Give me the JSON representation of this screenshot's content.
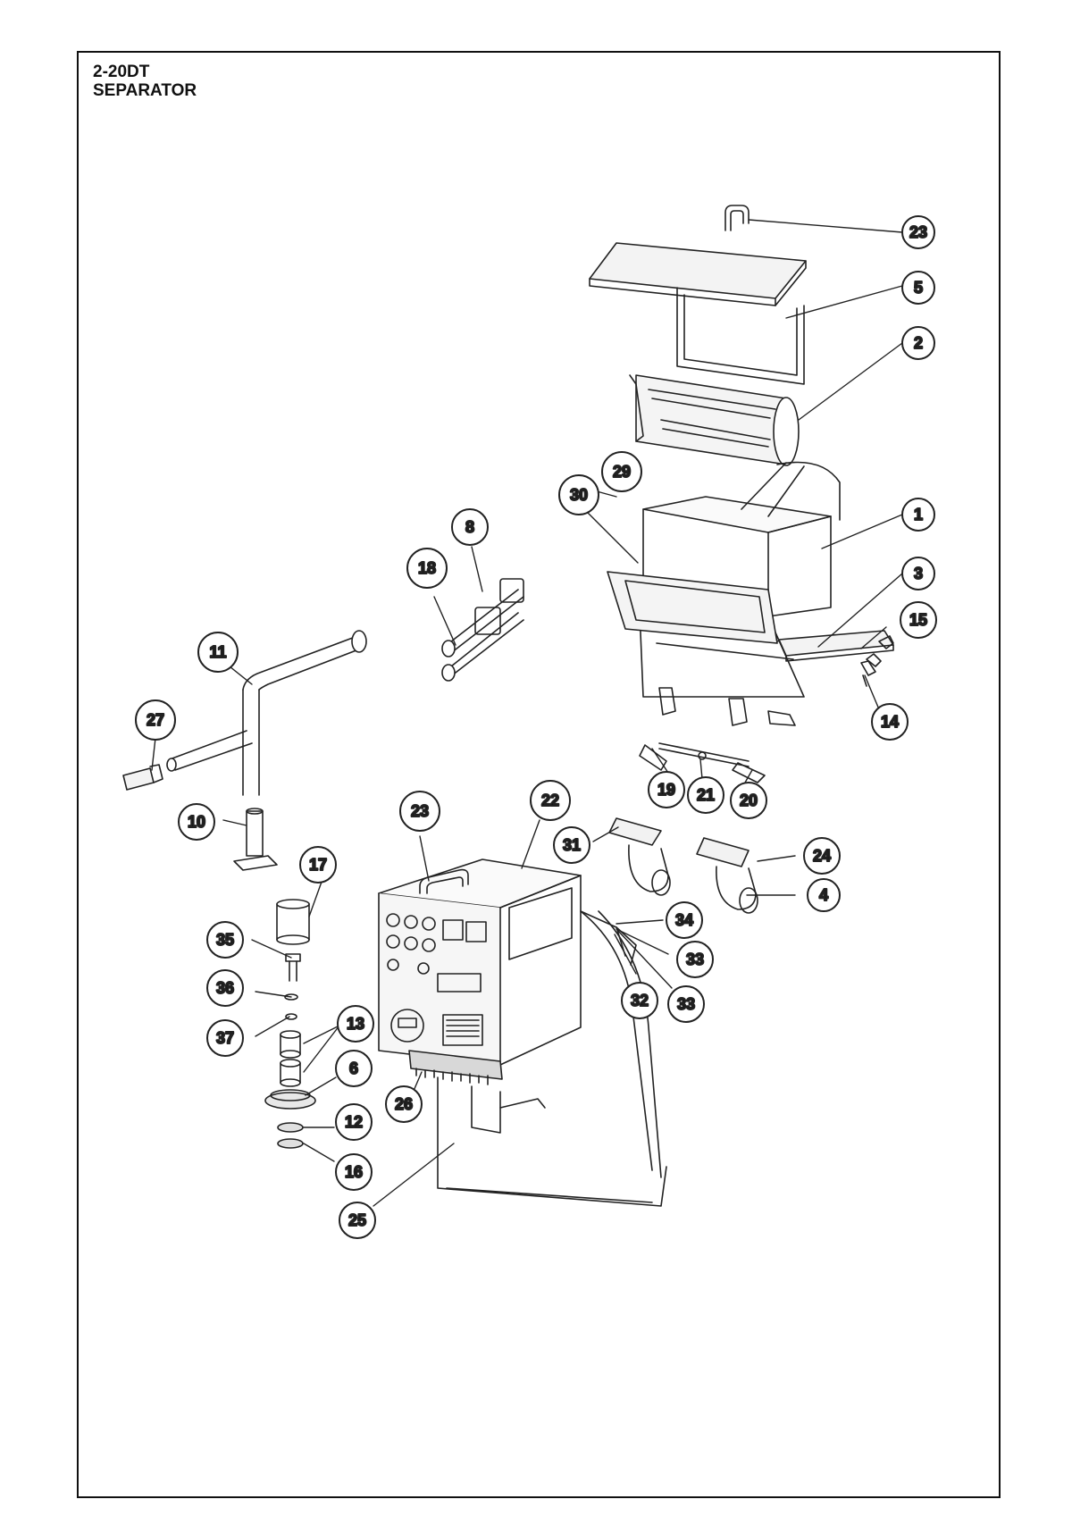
{
  "header": {
    "model": "2-20DT",
    "name": "SEPARATOR"
  },
  "callouts": [
    {
      "id": "c-23a",
      "label": "23"
    },
    {
      "id": "c-5",
      "label": "5"
    },
    {
      "id": "c-2",
      "label": "2"
    },
    {
      "id": "c-29",
      "label": "29"
    },
    {
      "id": "c-30",
      "label": "30"
    },
    {
      "id": "c-1",
      "label": "1"
    },
    {
      "id": "c-8",
      "label": "8"
    },
    {
      "id": "c-18",
      "label": "18"
    },
    {
      "id": "c-3",
      "label": "3"
    },
    {
      "id": "c-15",
      "label": "15"
    },
    {
      "id": "c-11",
      "label": "11"
    },
    {
      "id": "c-14",
      "label": "14"
    },
    {
      "id": "c-27",
      "label": "27"
    },
    {
      "id": "c-19",
      "label": "19"
    },
    {
      "id": "c-21",
      "label": "21"
    },
    {
      "id": "c-20",
      "label": "20"
    },
    {
      "id": "c-23b",
      "label": "23"
    },
    {
      "id": "c-22",
      "label": "22"
    },
    {
      "id": "c-10",
      "label": "10"
    },
    {
      "id": "c-31",
      "label": "31"
    },
    {
      "id": "c-24",
      "label": "24"
    },
    {
      "id": "c-17",
      "label": "17"
    },
    {
      "id": "c-4",
      "label": "4"
    },
    {
      "id": "c-34",
      "label": "34"
    },
    {
      "id": "c-35",
      "label": "35"
    },
    {
      "id": "c-33a",
      "label": "33"
    },
    {
      "id": "c-36",
      "label": "36"
    },
    {
      "id": "c-32",
      "label": "32"
    },
    {
      "id": "c-33b",
      "label": "33"
    },
    {
      "id": "c-13",
      "label": "13"
    },
    {
      "id": "c-37",
      "label": "37"
    },
    {
      "id": "c-6",
      "label": "6"
    },
    {
      "id": "c-26",
      "label": "26"
    },
    {
      "id": "c-12",
      "label": "12"
    },
    {
      "id": "c-16",
      "label": "16"
    },
    {
      "id": "c-25",
      "label": "25"
    }
  ]
}
